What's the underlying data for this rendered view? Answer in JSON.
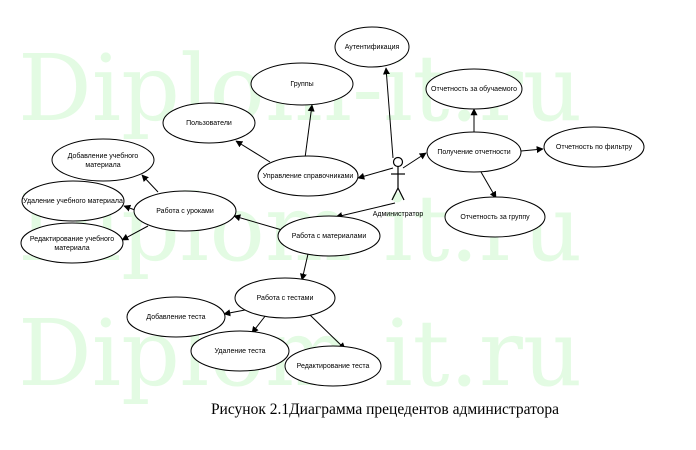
{
  "watermark": {
    "line1": "Diplom-it.ru",
    "line2": "Diplom-it.ru",
    "line3": "Diplom-it.ru",
    "color": "#e3fbe3"
  },
  "actor": {
    "label": "Администратор"
  },
  "use_cases": {
    "auth": "Аутентификация",
    "groups": "Группы",
    "users": "Пользователи",
    "manage_refs": "Управление справочниками",
    "get_reports": "Получение отчетности",
    "report_student": "Отчетность за обучаемого",
    "report_filter": "Отчетность по фильтру",
    "report_group": "Отчетность за группу",
    "materials": "Работа с материалами",
    "lessons": "Работа с уроками",
    "add_material_1": "Добавление учебного",
    "add_material_2": "материала",
    "del_material": "Удаление учебного материала",
    "edit_material_1": "Редактирование учебного",
    "edit_material_2": "материала",
    "tests": "Работа с тестами",
    "add_test": "Добавление теста",
    "del_test": "Удаление теста",
    "edit_test": "Редактирование теста"
  },
  "caption": "Рисунок 2.1Диаграмма прецедентов администратора"
}
